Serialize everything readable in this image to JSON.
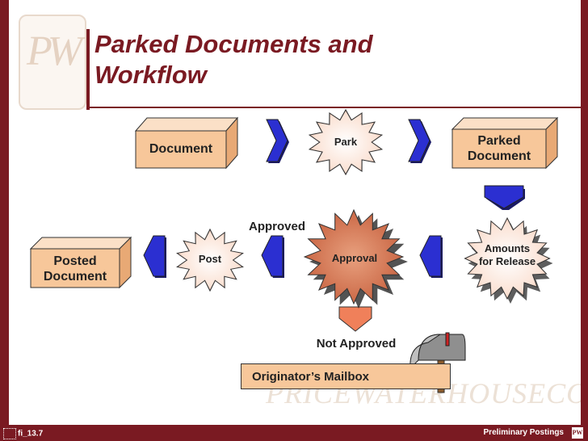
{
  "title": "Parked Documents and Workflow",
  "nodes": {
    "document": "Document",
    "park": "Park",
    "parked_document": "Parked Document",
    "amounts_for_release": "Amounts for Release",
    "approval": "Approval",
    "post": "Post",
    "posted_document": "Posted Document"
  },
  "edge_labels": {
    "approved": "Approved",
    "not_approved": "Not Approved"
  },
  "mailbox": "Originator’s Mailbox",
  "footer": {
    "left": "fi_13.7",
    "right": "Preliminary Postings",
    "logo": "PW"
  },
  "watermark": "PRICEWATERHOUSECOOPERS",
  "colors": {
    "frame": "#7a1a22",
    "box": "#f7c79a",
    "arrow": "#2b2fd1",
    "down_arrow_not_approved": "#f0805a"
  }
}
